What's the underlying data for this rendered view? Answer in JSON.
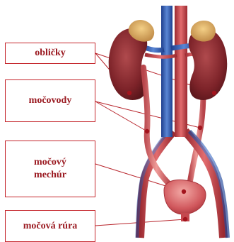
{
  "labels": {
    "kidneys": "obličky",
    "ureters": "močovody",
    "bladder_line1": "močový",
    "bladder_line2": "mechúr",
    "urethra": "močová rúra"
  },
  "colors": {
    "label_text": "#9b1b22",
    "label_border": "#c5272d",
    "leader_line": "#b8252c",
    "marker_dot": "#a3141d",
    "vein_blue": "#3563b4",
    "artery_red": "#c8464b",
    "kidney": "#8d2f34",
    "adrenal": "#d49b52"
  }
}
